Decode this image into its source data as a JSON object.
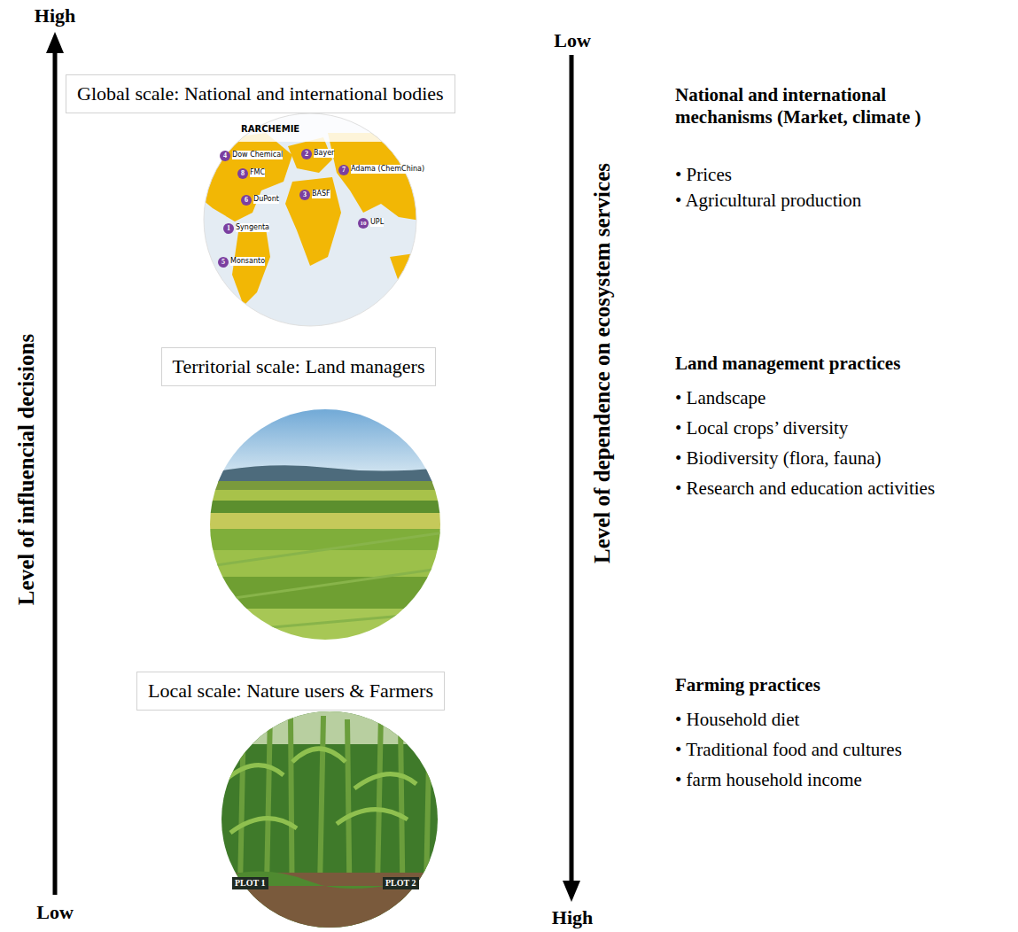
{
  "diagram": {
    "nodes": [
      {
        "text": [
          "Global scale: National and international bodies"
        ]
      },
      {
        "text": [
          "Territorial scale: Land managers"
        ]
      },
      {
        "text": [
          "Local scale: Nature users & Farmers"
        ]
      }
    ],
    "labels": [
      "High",
      "Low",
      "Level of influencial decisions",
      "Low",
      "High",
      "Level of dependence on ecosystem services",
      "National and international mechanisms (Market, climate )",
      "• Prices",
      "• Agricultural production",
      "Land management practices",
      "• Landscape",
      "• Local crops’ diversity",
      "• Biodiversity (flora, fauna)",
      "• Research and education activities",
      "Farming practices",
      "• Household diet",
      "• Traditional food and cultures",
      "• farm household income",
      "RARCHEMIE",
      "4",
      "Dow Chemical",
      "8",
      "FMC",
      "2",
      "Bayer",
      "7",
      "Adama (ChemChina)",
      "3",
      "BASF",
      "6",
      "DuPont",
      "1",
      "Syngenta",
      "5",
      "Monsanto",
      "10",
      "UPL",
      "PLOT 1",
      "PLOT 2"
    ]
  }
}
